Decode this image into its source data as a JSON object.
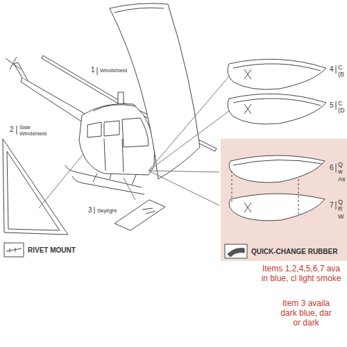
{
  "diagram": {
    "nodes": [
      {
        "text": [
          "6",
          "Q w As",
          "7",
          "Q R W",
          "QUICK-CHANGE RUBBER"
        ]
      }
    ],
    "labels": [
      "1",
      "Windshield",
      "2",
      "Side Windshield",
      "3",
      "Skylight",
      "4",
      "C (B",
      "5",
      "C (D",
      "RIVET MOUNT",
      "Items 1,2,4,5,6,7 ava in blue, cl light smoke",
      "Item 3 availa dark blue, dar or dark"
    ]
  }
}
